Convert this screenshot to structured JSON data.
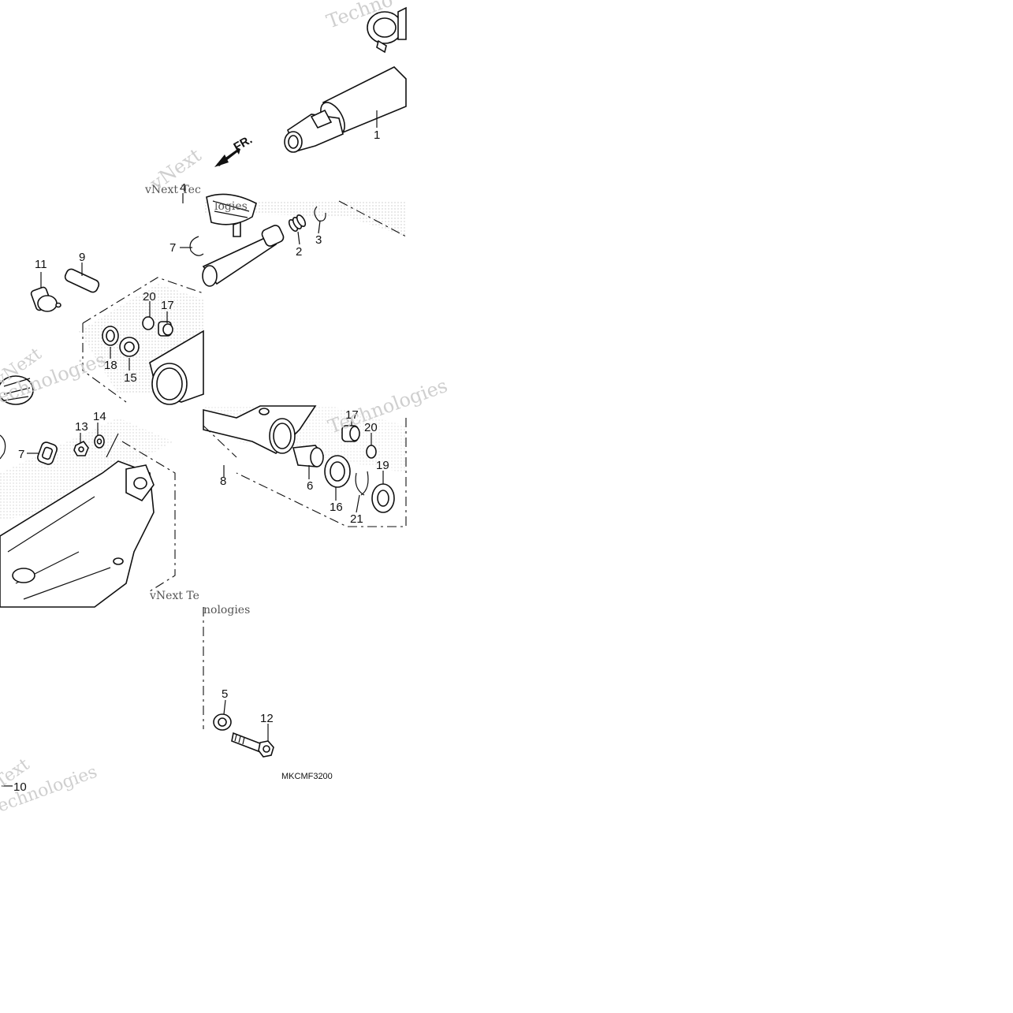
{
  "diagram": {
    "code": "MKCMF3200",
    "direction_label": "FR.",
    "callouts": [
      "1",
      "2",
      "3",
      "4",
      "5",
      "6",
      "7",
      "7",
      "8",
      "9",
      "10",
      "11",
      "12",
      "13",
      "14",
      "15",
      "16",
      "17",
      "17",
      "18",
      "19",
      "20",
      "20",
      "21"
    ],
    "watermarks": [
      "Techno",
      "vNext Tec",
      "logies",
      "vNext",
      "echnologies",
      "vNext",
      "Technologies",
      "vNext Te",
      "nologies",
      "Text",
      "echnologies"
    ]
  }
}
